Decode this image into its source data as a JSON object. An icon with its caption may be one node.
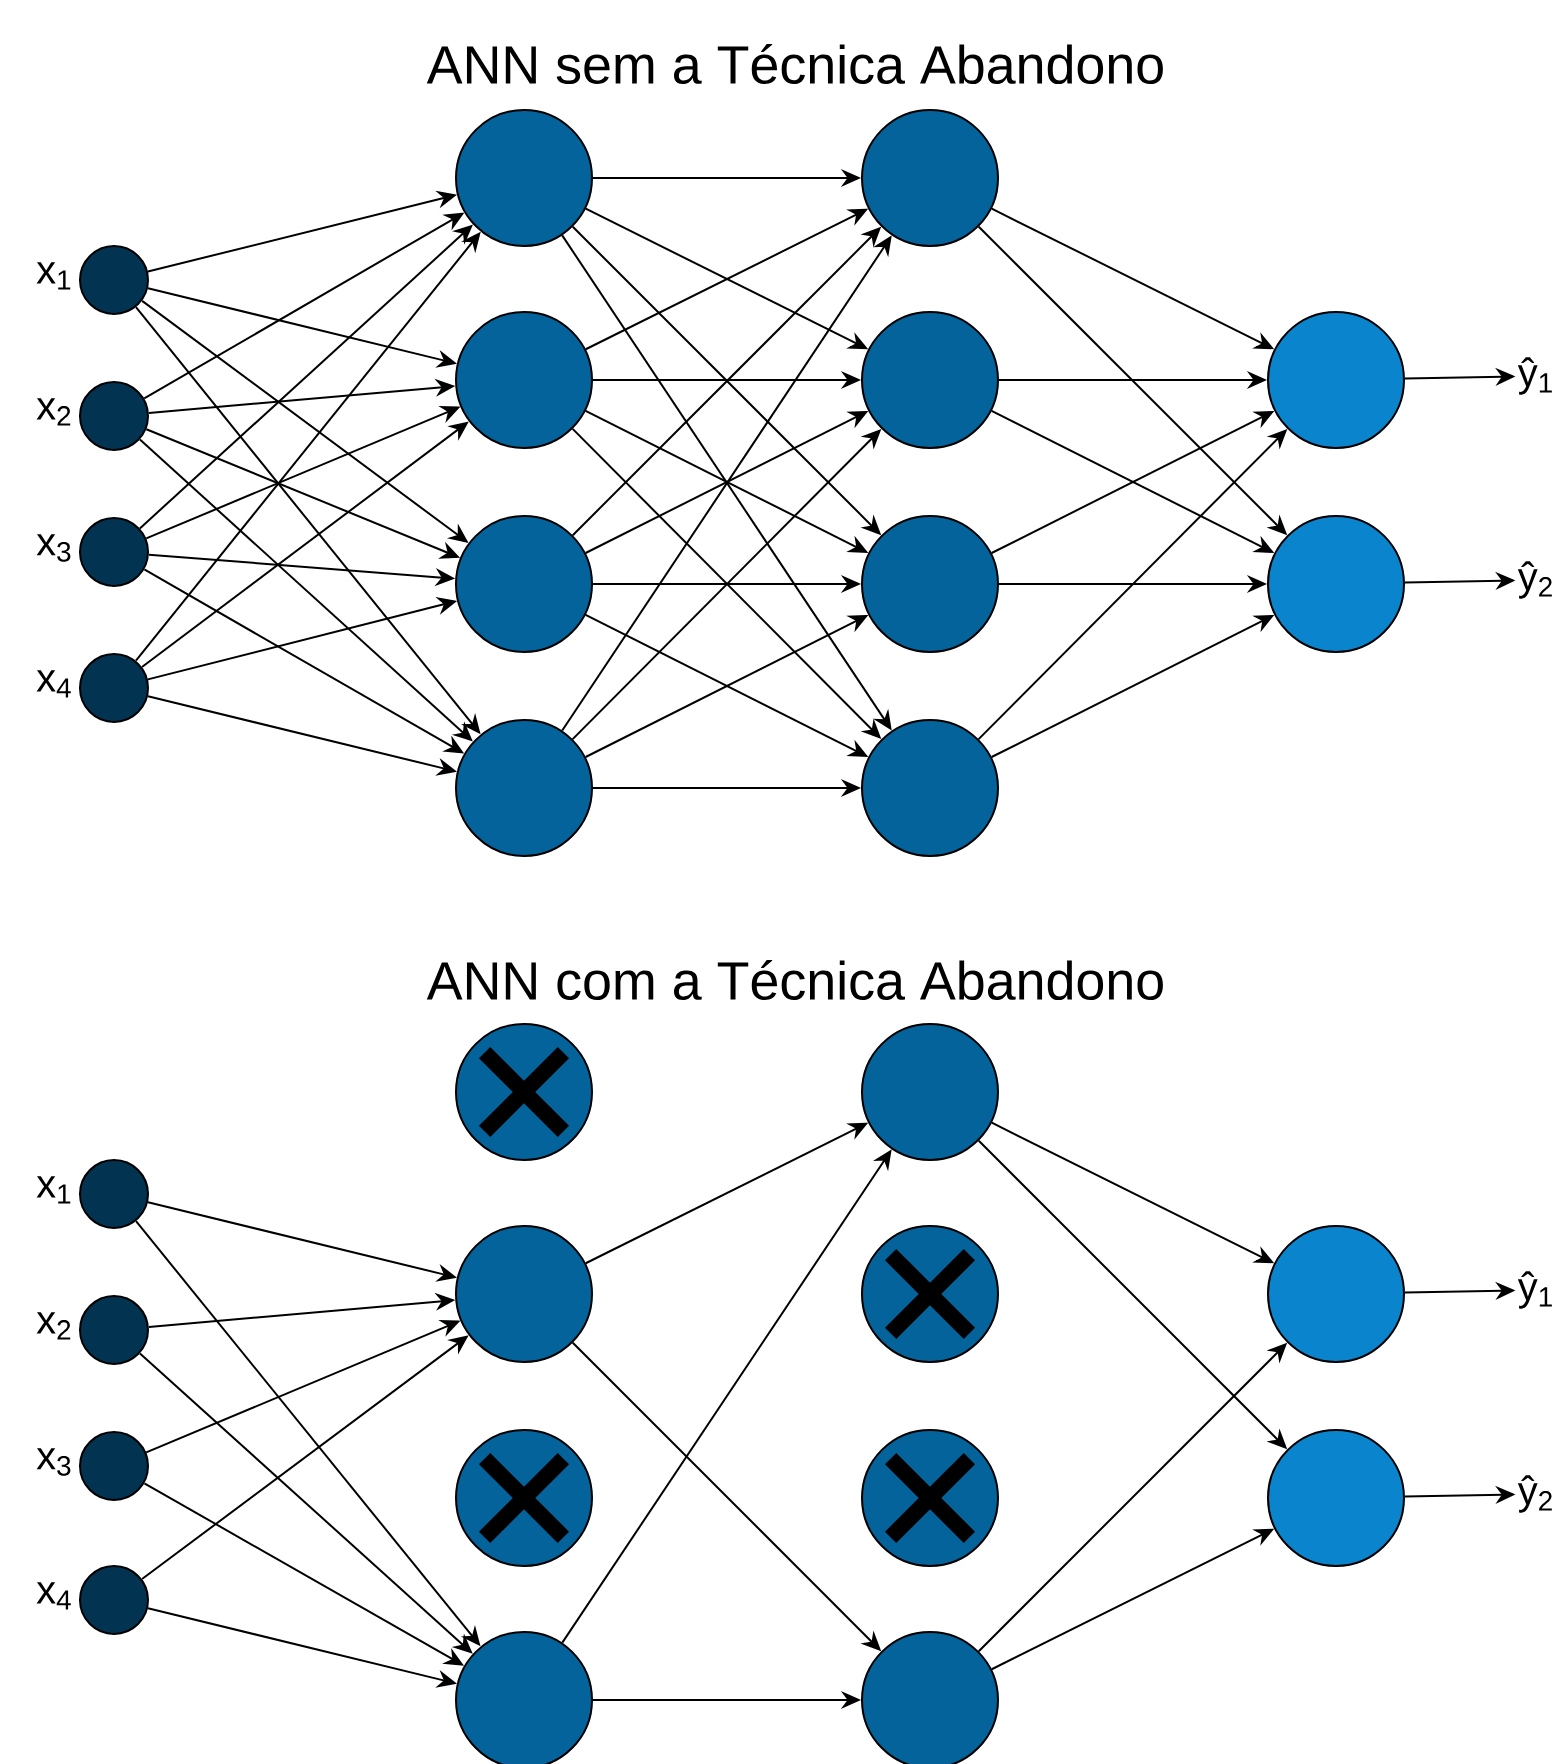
{
  "diagram": {
    "nodes": [
      {
        "text": [],
        "shape": "circle",
        "beside": [
          "x$_{1}$"
        ]
      },
      {
        "text": [],
        "shape": "circle",
        "beside": [
          "x$_{2}$"
        ]
      },
      {
        "text": [],
        "shape": "circle",
        "beside": [
          "x$_{3}$"
        ]
      },
      {
        "text": [],
        "shape": "circle",
        "beside": [
          "x$_{4}$"
        ]
      },
      {
        "text": [],
        "shape": "circle"
      },
      {
        "text": [],
        "shape": "circle"
      },
      {
        "text": [],
        "shape": "circle"
      },
      {
        "text": [],
        "shape": "circle"
      },
      {
        "text": [],
        "shape": "circle"
      },
      {
        "text": [],
        "shape": "circle"
      },
      {
        "text": [],
        "shape": "circle"
      },
      {
        "text": [],
        "shape": "circle"
      },
      {
        "text": [],
        "shape": "circle"
      },
      {
        "text": [],
        "shape": "circle"
      },
      {
        "text": [
          "ŷ$_{1}$"
        ]
      },
      {
        "text": [
          "ŷ$_{2}$"
        ]
      },
      {
        "text": [],
        "shape": "circle",
        "beside": [
          "x$_{1}$"
        ]
      },
      {
        "text": [],
        "shape": "circle",
        "beside": [
          "x$_{2}$"
        ]
      },
      {
        "text": [],
        "shape": "circle",
        "beside": [
          "x$_{3}$"
        ]
      },
      {
        "text": [],
        "shape": "circle",
        "beside": [
          "x$_{4}$"
        ]
      },
      {
        "text": [],
        "shape": "crossed-circle"
      },
      {
        "text": [],
        "shape": "circle"
      },
      {
        "text": [],
        "shape": "crossed-circle"
      },
      {
        "text": [],
        "shape": "circle"
      },
      {
        "text": [],
        "shape": "circle"
      },
      {
        "text": [],
        "shape": "crossed-circle"
      },
      {
        "text": [],
        "shape": "crossed-circle"
      },
      {
        "text": [],
        "shape": "circle"
      },
      {
        "text": [],
        "shape": "circle"
      },
      {
        "text": [],
        "shape": "circle"
      },
      {
        "text": [
          "ŷ$_{1}$"
        ]
      },
      {
        "text": [
          "ŷ$_{2}$"
        ]
      }
    ],
    "edges": [
      {
        "from": 0,
        "to": 4,
        "arrow": "to"
      },
      {
        "from": 0,
        "to": 5,
        "arrow": "to"
      },
      {
        "from": 0,
        "to": 6,
        "arrow": "to"
      },
      {
        "from": 0,
        "to": 7,
        "arrow": "to"
      },
      {
        "from": 1,
        "to": 4,
        "arrow": "to"
      },
      {
        "from": 1,
        "to": 5,
        "arrow": "to"
      },
      {
        "from": 1,
        "to": 6,
        "arrow": "to"
      },
      {
        "from": 1,
        "to": 7,
        "arrow": "to"
      },
      {
        "from": 2,
        "to": 4,
        "arrow": "to"
      },
      {
        "from": 2,
        "to": 5,
        "arrow": "to"
      },
      {
        "from": 2,
        "to": 6,
        "arrow": "to"
      },
      {
        "from": 2,
        "to": 7,
        "arrow": "to"
      },
      {
        "from": 3,
        "to": 4,
        "arrow": "to"
      },
      {
        "from": 3,
        "to": 5,
        "arrow": "to"
      },
      {
        "from": 3,
        "to": 6,
        "arrow": "to"
      },
      {
        "from": 3,
        "to": 7,
        "arrow": "to"
      },
      {
        "from": 4,
        "to": 8,
        "arrow": "to"
      },
      {
        "from": 4,
        "to": 9,
        "arrow": "to"
      },
      {
        "from": 4,
        "to": 10,
        "arrow": "to"
      },
      {
        "from": 4,
        "to": 11,
        "arrow": "to"
      },
      {
        "from": 5,
        "to": 8,
        "arrow": "to"
      },
      {
        "from": 5,
        "to": 9,
        "arrow": "to"
      },
      {
        "from": 5,
        "to": 10,
        "arrow": "to"
      },
      {
        "from": 5,
        "to": 11,
        "arrow": "to"
      },
      {
        "from": 6,
        "to": 8,
        "arrow": "to"
      },
      {
        "from": 6,
        "to": 9,
        "arrow": "to"
      },
      {
        "from": 6,
        "to": 10,
        "arrow": "to"
      },
      {
        "from": 6,
        "to": 11,
        "arrow": "to"
      },
      {
        "from": 7,
        "to": 8,
        "arrow": "to"
      },
      {
        "from": 7,
        "to": 9,
        "arrow": "to"
      },
      {
        "from": 7,
        "to": 10,
        "arrow": "to"
      },
      {
        "from": 7,
        "to": 11,
        "arrow": "to"
      },
      {
        "from": 8,
        "to": 12,
        "arrow": "to"
      },
      {
        "from": 8,
        "to": 13,
        "arrow": "to"
      },
      {
        "from": 9,
        "to": 12,
        "arrow": "to"
      },
      {
        "from": 9,
        "to": 13,
        "arrow": "to"
      },
      {
        "from": 10,
        "to": 12,
        "arrow": "to"
      },
      {
        "from": 10,
        "to": 13,
        "arrow": "to"
      },
      {
        "from": 11,
        "to": 12,
        "arrow": "to"
      },
      {
        "from": 11,
        "to": 13,
        "arrow": "to"
      },
      {
        "from": 12,
        "to": 14,
        "arrow": "to"
      },
      {
        "from": 13,
        "to": 15,
        "arrow": "to"
      },
      {
        "from": 16,
        "to": 21,
        "arrow": "to"
      },
      {
        "from": 16,
        "to": 23,
        "arrow": "to"
      },
      {
        "from": 17,
        "to": 21,
        "arrow": "to"
      },
      {
        "from": 17,
        "to": 23,
        "arrow": "to"
      },
      {
        "from": 18,
        "to": 21,
        "arrow": "to"
      },
      {
        "from": 18,
        "to": 23,
        "arrow": "to"
      },
      {
        "from": 19,
        "to": 21,
        "arrow": "to"
      },
      {
        "from": 19,
        "to": 23,
        "arrow": "to"
      },
      {
        "from": 21,
        "to": 24,
        "arrow": "to"
      },
      {
        "from": 21,
        "to": 27,
        "arrow": "to"
      },
      {
        "from": 23,
        "to": 24,
        "arrow": "to"
      },
      {
        "from": 23,
        "to": 27,
        "arrow": "to"
      },
      {
        "from": 24,
        "to": 28,
        "arrow": "to"
      },
      {
        "from": 24,
        "to": 29,
        "arrow": "to"
      },
      {
        "from": 27,
        "to": 28,
        "arrow": "to"
      },
      {
        "from": 27,
        "to": 29,
        "arrow": "to"
      },
      {
        "from": 28,
        "to": 30,
        "arrow": "to"
      },
      {
        "from": 29,
        "to": 31,
        "arrow": "to"
      }
    ],
    "labels": [
      "ANN sem a Técnica Abandono",
      "ANN com a Técnica Abandono"
    ]
  }
}
